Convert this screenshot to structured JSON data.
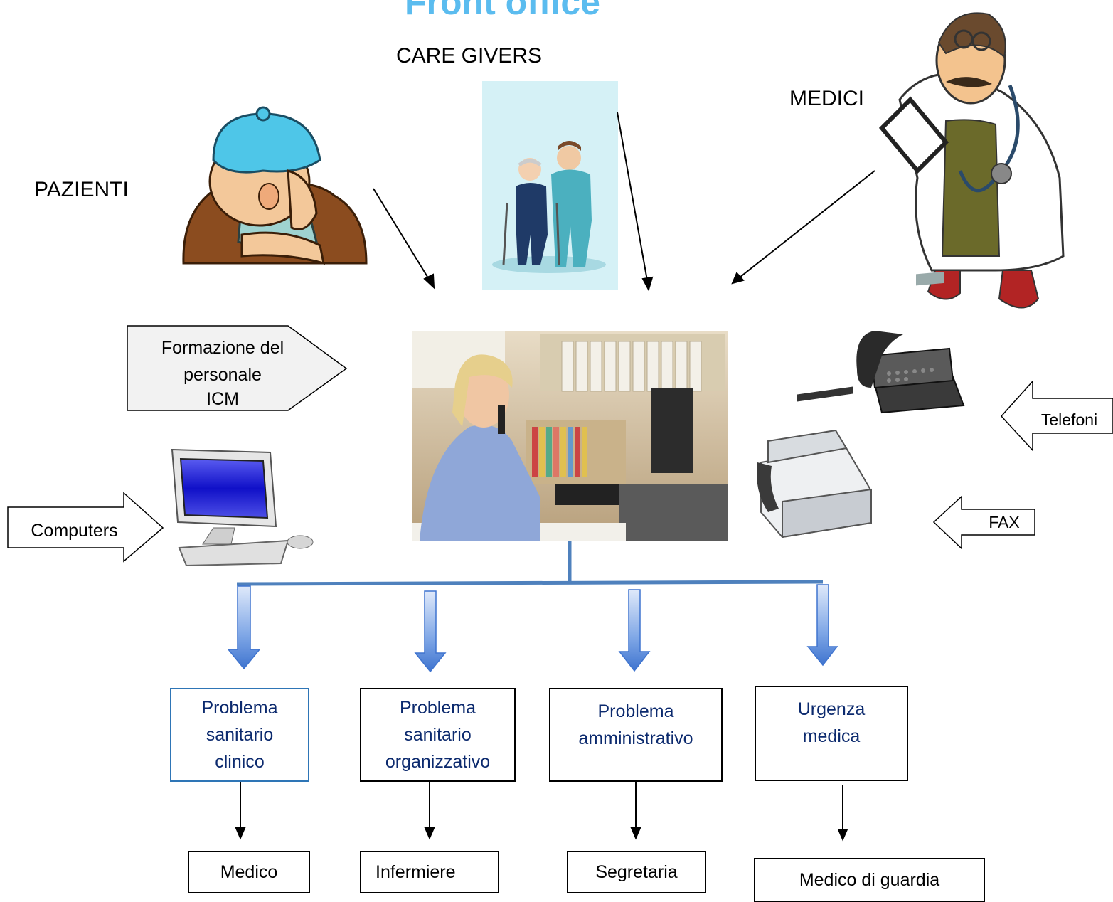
{
  "title": "Front office",
  "groups": {
    "pazienti": "PAZIENTI",
    "care_givers": "CARE GIVERS",
    "medici": "MEDICI"
  },
  "inputs": {
    "formazione": [
      "Formazione del",
      "personale",
      "ICM"
    ],
    "computers": "Computers",
    "telefoni": "Telefoni",
    "fax": "FAX"
  },
  "problems": [
    {
      "lines": [
        "Problema",
        "sanitario",
        "clinico"
      ]
    },
    {
      "lines": [
        "Problema",
        "sanitario",
        "organizzativo"
      ]
    },
    {
      "lines": [
        "Problema",
        "amministrativo"
      ]
    },
    {
      "lines": [
        "Urgenza",
        "medica"
      ]
    }
  ],
  "destinations": [
    "Medico",
    "Infermiere",
    "Segretaria",
    "Medico di guardia"
  ],
  "colors": {
    "title": "#5bbcef",
    "box_text": "#0c2a6e",
    "connector": "#4f81bd",
    "down_arrow": "#4a7fd0"
  }
}
